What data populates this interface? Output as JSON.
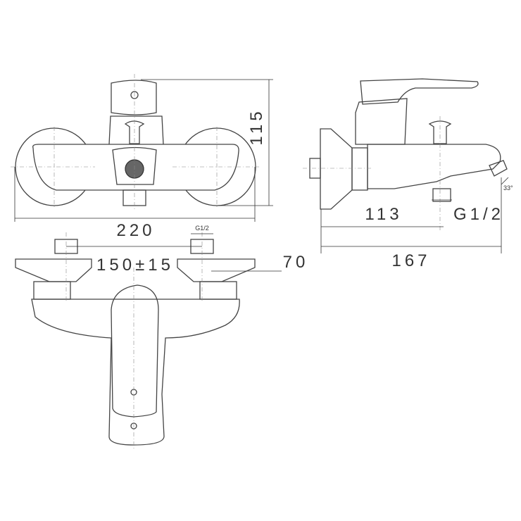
{
  "dimensions": {
    "front_height": "115",
    "front_width": "220",
    "top_inlet_thread": "G1/2",
    "centre_distance": "150±15",
    "top_depth": "70",
    "side_projection": "113",
    "side_outlet_thread": "G1/2",
    "side_total": "167",
    "spout_angle": "33°"
  },
  "colors": {
    "line": "#444444",
    "background": "#ffffff"
  }
}
